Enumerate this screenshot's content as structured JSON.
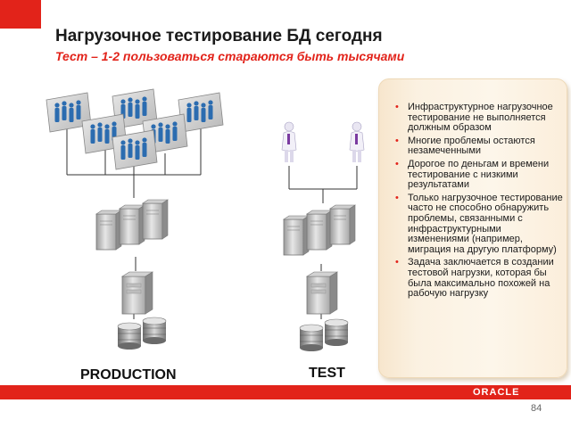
{
  "slide": {
    "title": "Нагрузочное тестирование БД сегодня",
    "subtitle": "Тест – 1-2 пользоваться стараются быть тысячами",
    "page_number": "84"
  },
  "diagram": {
    "production_label": "PRODUCTION",
    "test_label": "TEST"
  },
  "panel": {
    "bullets": [
      "Инфраструктурное нагрузочное тестирование не выполняется должным образом",
      "Многие проблемы остаются незамеченными",
      "Дорогое по деньгам и времени тестирование с низкими результатами",
      "Только нагрузочное тестирование часто не способно обнаружить проблемы, связанными с инфраструктурными изменениями (например, миграция на другую платформу)",
      "Задача заключается в создании тестовой нагрузки, которая бы была максимально похожей на рабочую нагрузку"
    ]
  },
  "footer": {
    "logo_text": "ORACLE"
  },
  "colors": {
    "accent_red": "#e2231a",
    "panel_bg": "#fdf6ea",
    "user_figure_blue": "#2b6cb0"
  }
}
